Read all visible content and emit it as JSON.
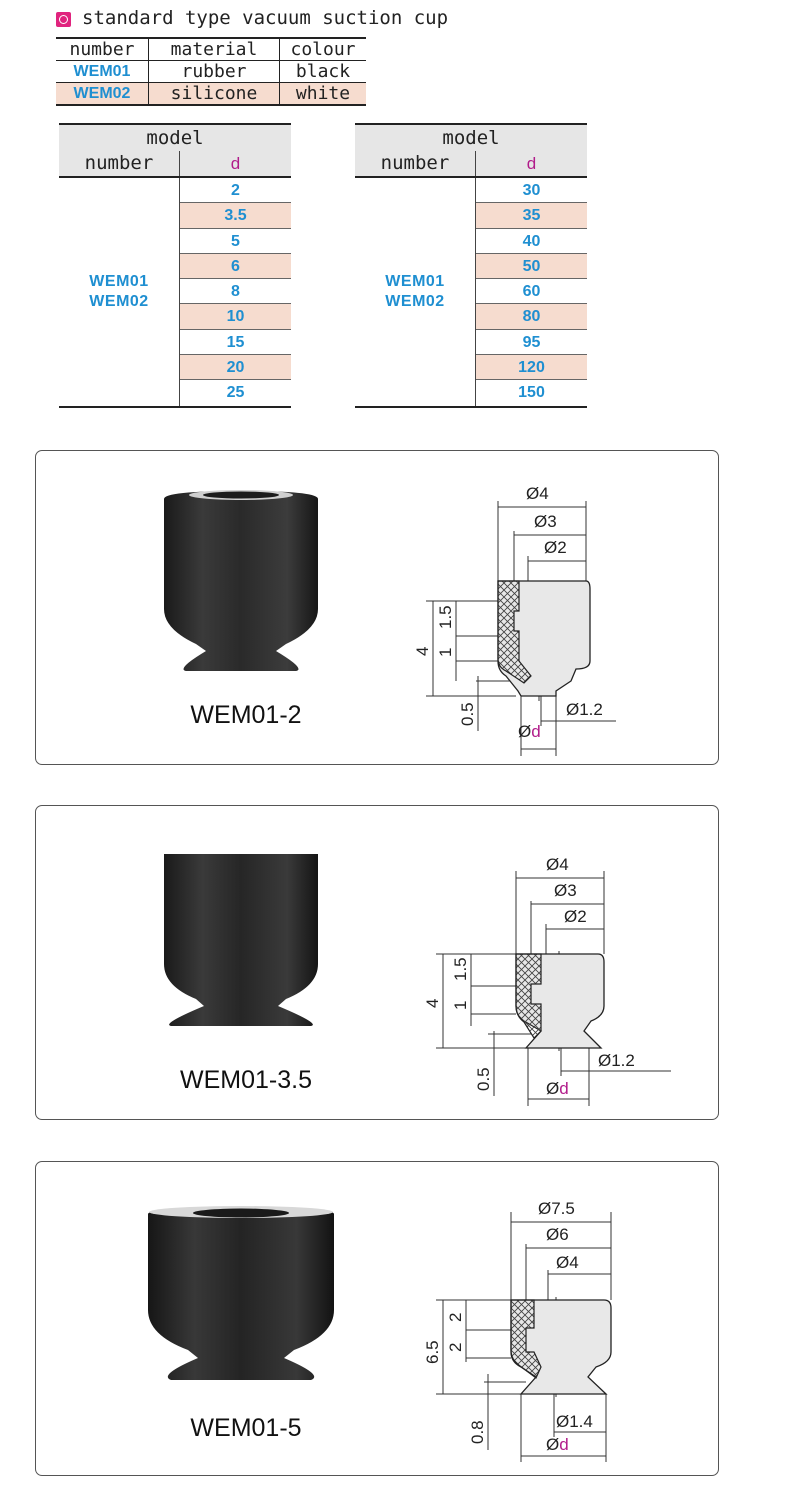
{
  "header": {
    "title": "standard type vacuum suction cup"
  },
  "materials": {
    "headers": [
      "number",
      "material",
      "colour"
    ],
    "rows": [
      {
        "number": "WEM01",
        "material": "rubber",
        "colour": "black"
      },
      {
        "number": "WEM02",
        "material": "silicone",
        "colour": "white"
      }
    ]
  },
  "model_tables": [
    {
      "title": "model",
      "col_number": "number",
      "col_d": "d",
      "numbers": [
        "WEM01",
        "WEM02"
      ],
      "d_values": [
        "2",
        "3.5",
        "5",
        "6",
        "8",
        "10",
        "15",
        "20",
        "25"
      ]
    },
    {
      "title": "model",
      "col_number": "number",
      "col_d": "d",
      "numbers": [
        "WEM01",
        "WEM02"
      ],
      "d_values": [
        "30",
        "35",
        "40",
        "50",
        "60",
        "80",
        "95",
        "120",
        "150"
      ]
    }
  ],
  "products": [
    {
      "label": "WEM01-2",
      "dims": {
        "d1": "Ø4",
        "d2": "Ø3",
        "d3": "Ø2",
        "h": "4",
        "h1": "1.5",
        "h2": "1",
        "lip": "0.5",
        "hole": "Ø1.2",
        "d": "Ød"
      }
    },
    {
      "label": "WEM01-3.5",
      "dims": {
        "d1": "Ø4",
        "d2": "Ø3",
        "d3": "Ø2",
        "h": "4",
        "h1": "1.5",
        "h2": "1",
        "lip": "0.5",
        "hole": "Ø1.2",
        "d": "Ød"
      }
    },
    {
      "label": "WEM01-5",
      "dims": {
        "d1": "Ø7.5",
        "d2": "Ø6",
        "d3": "Ø4",
        "h": "6.5",
        "h1": "2",
        "h2": "2",
        "lip": "0.8",
        "hole": "Ø1.4",
        "d": "Ød"
      }
    }
  ],
  "colors": {
    "accent_blue": "#1f8fd1",
    "magenta": "#b11c8a",
    "row_tint": "#f6dccf",
    "marker": "#e0247e"
  }
}
